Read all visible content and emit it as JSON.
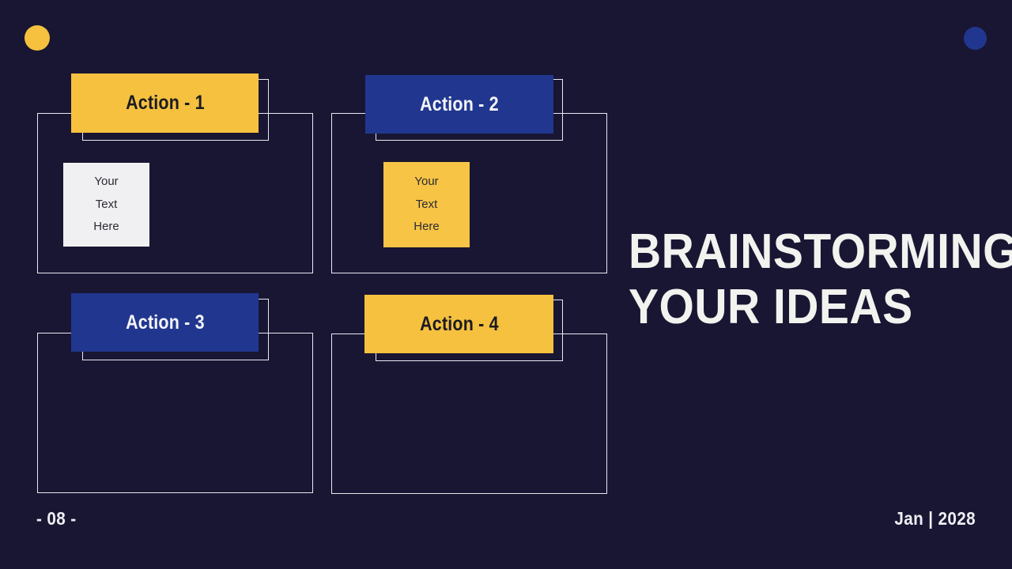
{
  "slide": {
    "title_line_1": "BRAINSTORMING",
    "title_line_2": "YOUR IDEAS",
    "page_number": "- 08 -",
    "date": "Jan | 2028",
    "background_color": "#191633",
    "accent_yellow": "#f5c13f",
    "accent_blue": "#21378f",
    "outline_color": "#e9e9f2",
    "title_color": "#f2f2ef"
  },
  "decorations": [
    {
      "name": "circle-yellow",
      "color": "#f5c13f"
    },
    {
      "name": "circle-blue",
      "color": "#21378f"
    }
  ],
  "quadrants": [
    {
      "id": "action-1",
      "label": "Action - 1",
      "card_color": "#f5c13f",
      "card_text_color": "#1b1b20",
      "note": {
        "present": true,
        "color": "#f0f0f2",
        "text_color": "#2b2b33",
        "lines": [
          "Your",
          "Text",
          "Here"
        ]
      }
    },
    {
      "id": "action-2",
      "label": "Action - 2",
      "card_color": "#21378f",
      "card_text_color": "#f4f4f7",
      "note": {
        "present": true,
        "color": "#f7c445",
        "text_color": "#2b2b33",
        "lines": [
          "Your",
          "Text",
          "Here"
        ]
      }
    },
    {
      "id": "action-3",
      "label": "Action - 3",
      "card_color": "#21378f",
      "card_text_color": "#f4f4f7",
      "note": {
        "present": false,
        "lines": []
      }
    },
    {
      "id": "action-4",
      "label": "Action - 4",
      "card_color": "#f5c13f",
      "card_text_color": "#1b1b20",
      "note": {
        "present": false,
        "lines": []
      }
    }
  ]
}
